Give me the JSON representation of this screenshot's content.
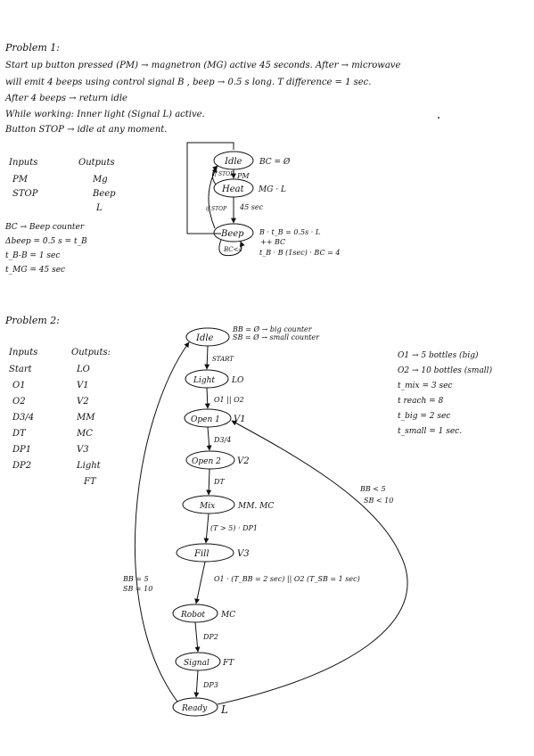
{
  "problem1": {
    "title": "Problem 1:",
    "lines": [
      "Start up button pressed (PM) → magnetron (MG) active 45 seconds. After → microwave",
      "will emit 4 beeps using control signal B , beep → 0.5 s long. T difference = 1 sec.",
      "After 4 beeps → return idle",
      "While working: Inner light (Signal L) active.",
      "Button STOP → idle at any moment."
    ],
    "inputs_header": "Inputs",
    "outputs_header": "Outputs",
    "inputs": [
      "PM",
      "STOP"
    ],
    "outputs": [
      "Mg",
      "Beep",
      "L"
    ],
    "notes": [
      "BC → Beep counter",
      "Δbeep = 0.5 s = t_B",
      "t_B-B = 1 sec",
      "t_MG = 45 sec"
    ],
    "states": {
      "idle": "Idle",
      "heat": "Heat",
      "beep": "Beep"
    },
    "labels": {
      "bc_zero": "BC = Ø",
      "heat_out": "MG · L",
      "pm": "PM",
      "if_stop_top": "if STOP",
      "if_stop_left": "if STOP",
      "t45": "45 sec",
      "bc4": "BC<4",
      "beep_out1": "B · t_B = 0.5s · L",
      "beep_out2": "++ BC",
      "beep_out3": "t_B · B (1sec) · BC = 4"
    }
  },
  "problem2": {
    "title": "Problem 2:",
    "inputs_header": "Inputs",
    "outputs_header": "Outputs:",
    "inputs": [
      "Start",
      "O1",
      "O2",
      "D3/4",
      "DT",
      "DP1",
      "DP2"
    ],
    "outputs": [
      "LO",
      "V1",
      "V2",
      "MM",
      "MC",
      "V3",
      "Light",
      "FT"
    ],
    "notes": [
      "O1 → 5 bottles (big)",
      "O2 → 10 bottles (small)",
      "t_mix = 3 sec",
      "t reach = 8",
      "t_big = 2 sec",
      "t_small = 1 sec."
    ],
    "counters": [
      "BB = Ø → big counter",
      "SB = Ø → small counter"
    ],
    "states": [
      "Idle",
      "Light",
      "Open 1",
      "Open 2",
      "Mix",
      "Fill",
      "Robot",
      "Signal",
      "Ready"
    ],
    "outputs_by_state": [
      "LO",
      "V1",
      "V2",
      "MM. MC",
      "V3",
      "MC",
      "FT",
      "L"
    ],
    "transitions": [
      "START",
      "O1 || O2",
      "D3/4",
      "DT",
      "(T > 5) · DP1",
      "O1 · (T_BB = 2 sec) || O2 (T_SB = 1 sec)",
      "DP2",
      "DP3"
    ],
    "loop_label": [
      "BB < 5",
      "SB < 10"
    ],
    "return_label": [
      "BB = 5",
      "SB = 10"
    ]
  }
}
